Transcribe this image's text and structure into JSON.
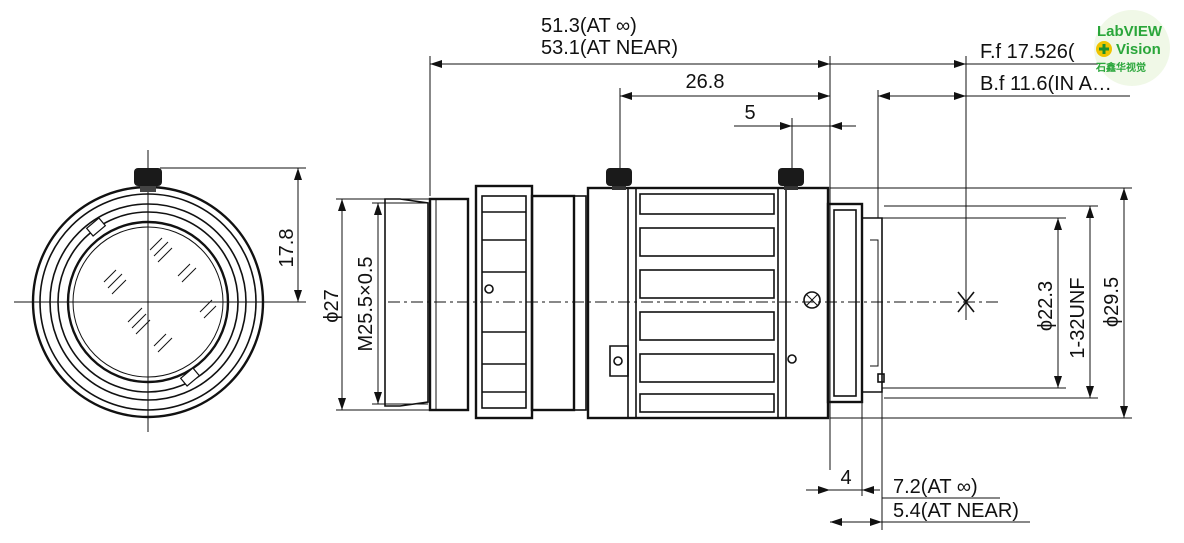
{
  "dimensions": {
    "total_length_inf": "51.3(AT ∞)",
    "total_length_near": "53.1(AT NEAR)",
    "front_to_screw": "26.8",
    "screw_offset": "5",
    "flange_focal": "F.f  17.526(",
    "back_focal": "B.f  11.6(IN A…",
    "height_17_8": "17.8",
    "dia_27": "ϕ27",
    "filter_thread": "M25.5×0.5",
    "dia_22_3": "ϕ22.3",
    "mount_thread": "1-32UNF",
    "dia_29_5": "ϕ29.5",
    "dim_4": "4",
    "rear_inf": "7.2(AT ∞)",
    "rear_near": "5.4(AT NEAR)"
  },
  "watermark": {
    "line1": "LabVIEW",
    "line2": "Vision",
    "line3": "石鑫华视觉"
  }
}
